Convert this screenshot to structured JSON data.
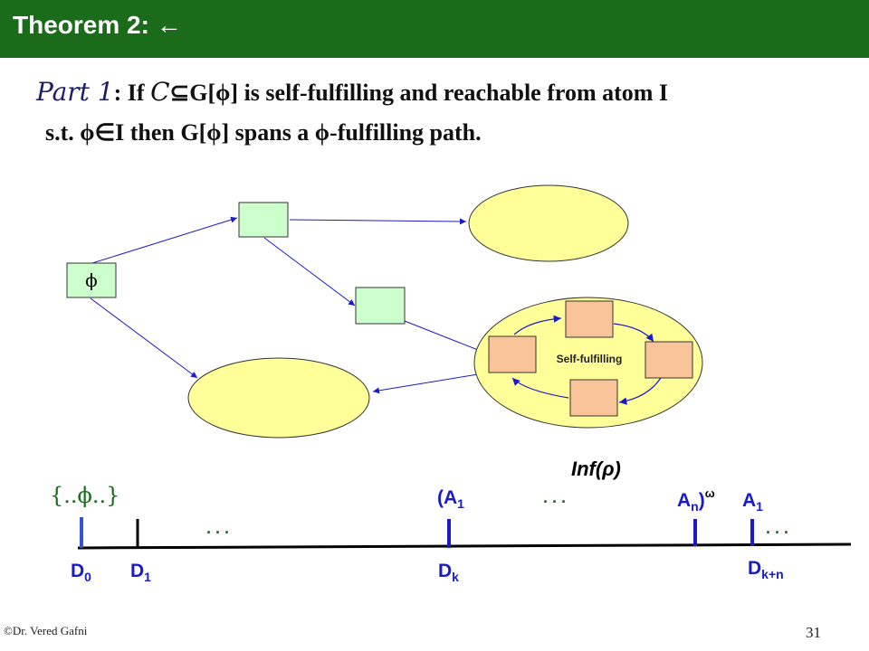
{
  "header": {
    "title": "Theorem 2: ←"
  },
  "statement": {
    "part": "Part 1",
    "line1_a": ": If ",
    "c_symbol": "C",
    "line1_b": "⊆G[ϕ] is self-fulfilling and reachable from atom I",
    "line2": "s.t. ϕ∈I then G[ϕ] spans a ϕ-fulfilling path."
  },
  "diagram": {
    "phi_node": "ϕ",
    "self_fulfilling": "Self-fulfilling"
  },
  "timeline": {
    "set_label": "{..ϕ..}",
    "inf_label": "Inf(ρ)",
    "a1_open": "(A",
    "sub_1": "1",
    "an_close_a": "A",
    "sub_n": "n",
    "an_close_b": ")",
    "omega": "ω",
    "a1": "A",
    "dots": ". . .",
    "d0": "D",
    "d0_sub": "0",
    "d1": "D",
    "d1_sub": "1",
    "dk": "D",
    "dk_sub": "k",
    "dkn": "D",
    "dkn_sub": "k+n"
  },
  "footer": {
    "copyright": "©Dr. Vered Gafni",
    "page_number": "31"
  },
  "colors": {
    "header_bg": "#1a6b1a",
    "green_box": "#ccffcc",
    "yellow_ellipse": "#ffff99",
    "orange_box": "#f9c49a",
    "arrow_blue": "#1a1acc",
    "timeline_blue": "#3355cc"
  }
}
